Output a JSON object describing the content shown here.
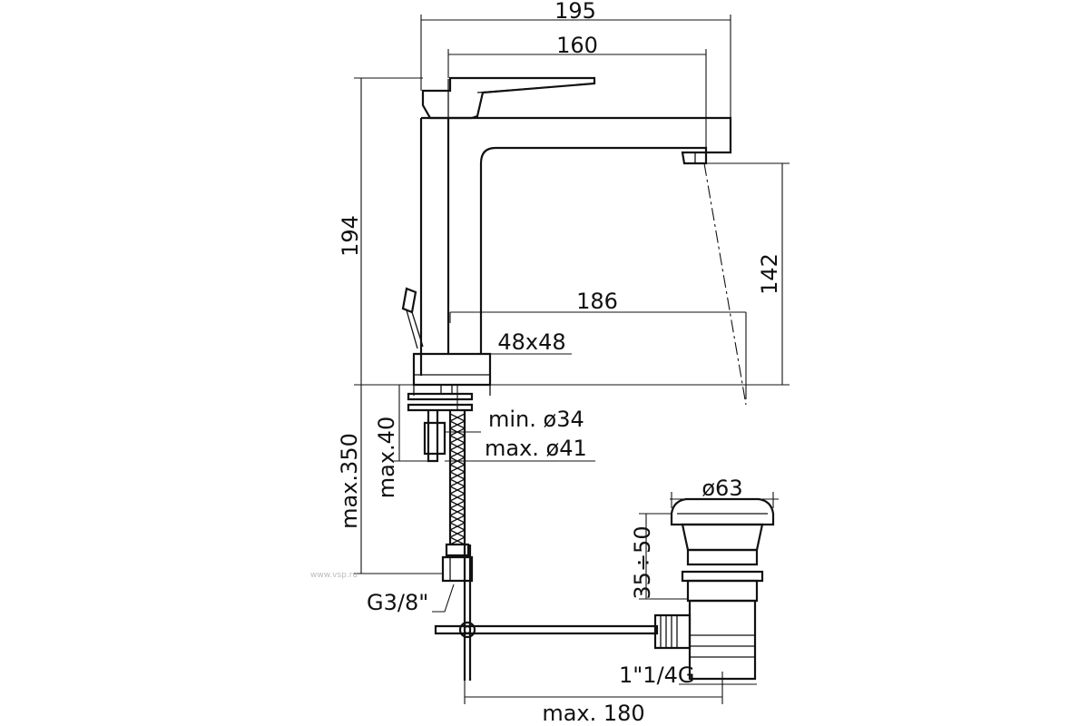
{
  "dimensions": {
    "total_width": "195",
    "spout_reach": "160",
    "total_height": "194",
    "spout_height": "142",
    "hole_spacing": "186",
    "body_section": "48x48",
    "hole_min": "min. ø34",
    "hole_max": "max. ø41",
    "deck_thickness": "max.40",
    "hose_length": "max.350",
    "hose_thread": "G3/8\"",
    "waste_diameter": "ø63",
    "waste_height": "35÷50",
    "waste_thread": "1\"1/4G",
    "rod_length": "max. 180"
  },
  "watermark": "www.vsp.ru"
}
